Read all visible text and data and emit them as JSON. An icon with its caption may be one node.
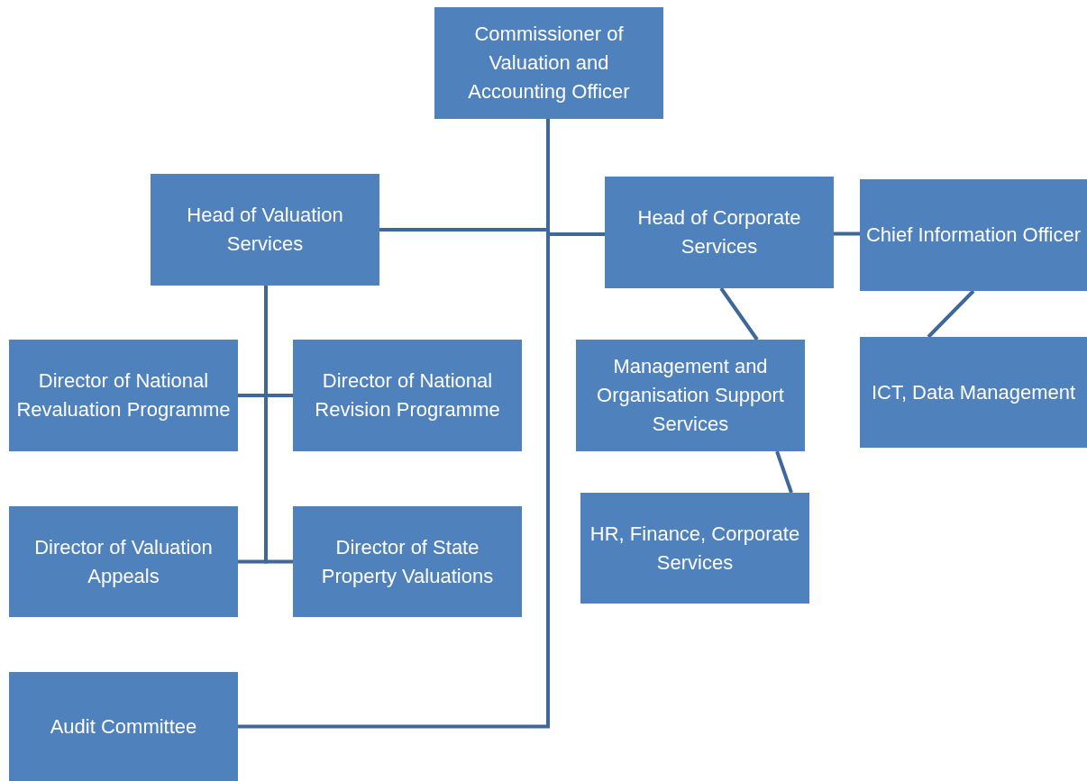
{
  "diagram": {
    "nodes": [
      {
        "text": [
          "Commissioner of Valuation and Accounting Officer"
        ]
      },
      {
        "text": [
          "Head of Valuation Services"
        ]
      },
      {
        "text": [
          "Head of Corporate Services"
        ]
      },
      {
        "text": [
          "Chief Information Officer"
        ]
      },
      {
        "text": [
          "Director of National Revaluation Programme"
        ]
      },
      {
        "text": [
          "Director of National Revision Programme"
        ]
      },
      {
        "text": [
          "Management and Organisation Support Services"
        ]
      },
      {
        "text": [
          "ICT, Data Management"
        ]
      },
      {
        "text": [
          "Director of Valuation Appeals"
        ]
      },
      {
        "text": [
          "Director of State Property Valuations"
        ]
      },
      {
        "text": [
          "HR, Finance, Corporate Services"
        ]
      },
      {
        "text": [
          "Audit Committee"
        ]
      }
    ],
    "edges": [
      {
        "from": 0,
        "to": 1,
        "arrow": "none"
      },
      {
        "from": 0,
        "to": 2,
        "arrow": "none"
      },
      {
        "from": 0,
        "to": 11,
        "arrow": "none"
      },
      {
        "from": 1,
        "to": 4,
        "arrow": "none"
      },
      {
        "from": 1,
        "to": 5,
        "arrow": "none"
      },
      {
        "from": 1,
        "to": 8,
        "arrow": "none"
      },
      {
        "from": 1,
        "to": 9,
        "arrow": "none"
      },
      {
        "from": 2,
        "to": 3,
        "arrow": "none"
      },
      {
        "from": 2,
        "to": 6,
        "arrow": "none"
      },
      {
        "from": 6,
        "to": 10,
        "arrow": "none"
      },
      {
        "from": 3,
        "to": 7,
        "arrow": "none"
      }
    ]
  }
}
